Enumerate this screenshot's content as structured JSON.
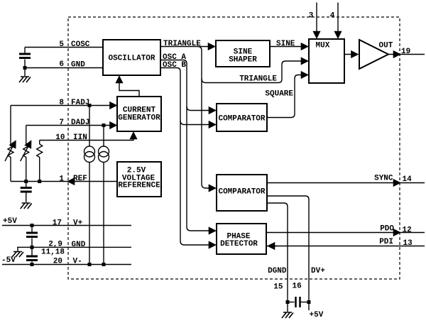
{
  "blocks": {
    "oscillator": "OSCILLATOR",
    "sine_shaper_line1": "SINE",
    "sine_shaper_line2": "SHAPER",
    "mux": "MUX",
    "current_generator_line1": "CURRENT",
    "current_generator_line2": "GENERATOR",
    "voltage_reference_line1": "2.5V",
    "voltage_reference_line2": "VOLTAGE",
    "voltage_reference_line3": "REFERENCE",
    "comparator_top": "COMPARATOR",
    "comparator_mid": "COMPARATOR",
    "phase_detector_line1": "PHASE",
    "phase_detector_line2": "DETECTOR"
  },
  "signals": {
    "triangle_top": "TRIANGLE",
    "osc_a": "OSC A",
    "osc_b": "OSC B",
    "sine": "SINE",
    "triangle_mux": "TRIANGLE",
    "square": "SQUARE",
    "sync": "SYNC",
    "pdo": "PDO",
    "pdi": "PDI",
    "out": "OUT",
    "dgnd": "DGND",
    "dv_plus": "DV+"
  },
  "pin_numbers": {
    "cosc": "5",
    "gnd": "6",
    "fadj": "8",
    "dadj": "7",
    "iin": "10",
    "ref": "1",
    "v_plus": "17",
    "gnd2": "2,9",
    "gnd3": "11,18",
    "v_minus": "20",
    "mux_a": "3",
    "mux_b": "4",
    "out": "19",
    "sync": "14",
    "pdo": "12",
    "pdi": "13",
    "dgnd": "15",
    "dv_plus": "16"
  },
  "pin_names": {
    "cosc": "COSC",
    "gnd": "GND",
    "fadj": "FADJ",
    "dadj": "DADJ",
    "iin": "IIN",
    "ref": "REF",
    "v_plus": "V+",
    "gnd_mid": "GND",
    "v_minus": "V-"
  },
  "supplies": {
    "left_positive": "+5V",
    "left_negative": "-5V",
    "bottom_positive": "+5V"
  },
  "colors": {
    "ink": "#000000",
    "background": "#ffffff"
  }
}
